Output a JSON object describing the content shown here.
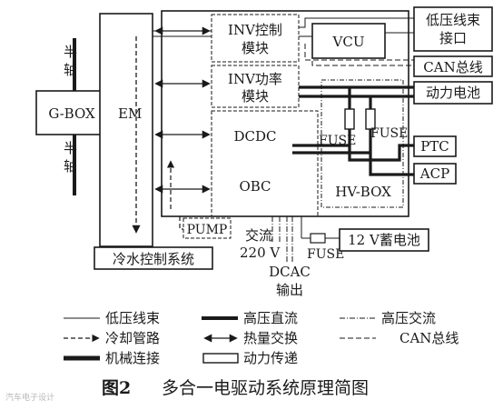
{
  "diagram": {
    "blocks": {
      "gbox": "G-BOX",
      "em": "EM",
      "half_axle_top": "半轴",
      "half_axle_bottom": "半轴",
      "inv_control": [
        "INV控制",
        "模块"
      ],
      "inv_power": [
        "INV功率",
        "模块"
      ],
      "vcu": "VCU",
      "lv_harness_port": [
        "低压线束",
        "接口"
      ],
      "can_bus": "CAN总线",
      "power_battery": "动力电池",
      "dcdc": "DCDC",
      "obc": "OBC",
      "fuse_1": "FUSE",
      "fuse_2": "FUSE",
      "hv_box": "HV-BOX",
      "ptc": "PTC",
      "acp": "ACP",
      "pump": "PUMP",
      "ac_220v": [
        "交流",
        "220 V"
      ],
      "fuse_12v": "FUSE",
      "battery_12v": "12 V蓄电池",
      "cooling_control": "冷水控制系统",
      "dcac_output": [
        "DCAC",
        "输出"
      ]
    },
    "legend": {
      "lv_harness": "低压线束",
      "hv_dc": "高压直流",
      "hv_ac": "高压交流",
      "cooling_pipe": "冷却管路",
      "heat_exchange": "热量交换",
      "can_bus": "CAN总线",
      "mechanical": "机械连接",
      "power_transfer": "动力传递"
    },
    "caption": {
      "number": "图2",
      "title": "多合一电驱动系统原理简图"
    },
    "watermark": "汽车电子设计"
  }
}
